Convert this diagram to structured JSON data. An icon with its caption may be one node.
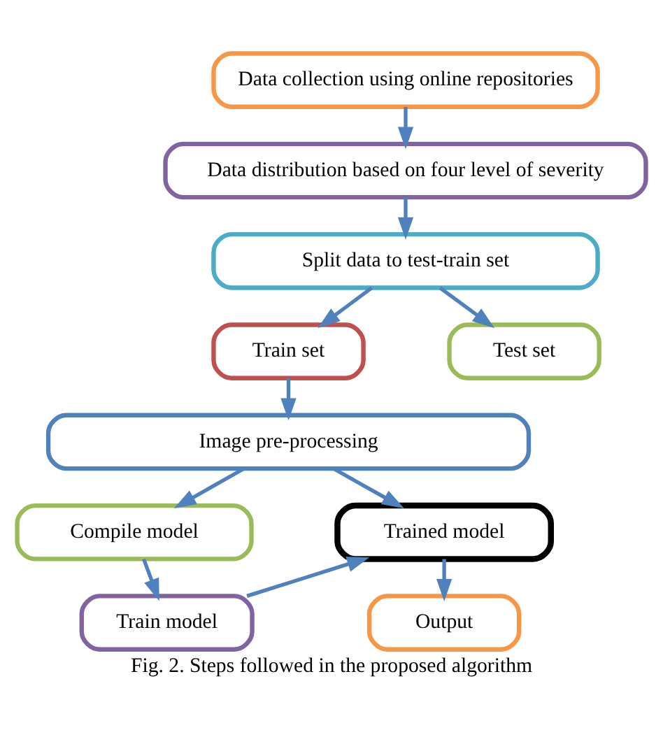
{
  "diagram": {
    "caption": "Fig. 2. Steps followed in the proposed algorithm",
    "nodes": [
      {
        "text": [
          "Data collection using online repositories"
        ]
      },
      {
        "text": [
          "Data distribution based on four level of severity"
        ]
      },
      {
        "text": [
          "Split data to test-train set"
        ]
      },
      {
        "text": [
          "Train set"
        ]
      },
      {
        "text": [
          "Test set"
        ]
      },
      {
        "text": [
          "Image pre-processing"
        ]
      },
      {
        "text": [
          "Compile model"
        ]
      },
      {
        "text": [
          "Trained model"
        ]
      },
      {
        "text": [
          "Train model"
        ]
      },
      {
        "text": [
          "Output"
        ]
      }
    ],
    "edges": [
      {
        "from": 0,
        "to": 1,
        "arrow": "to"
      },
      {
        "from": 1,
        "to": 2,
        "arrow": "to"
      },
      {
        "from": 2,
        "to": 3,
        "arrow": "to"
      },
      {
        "from": 2,
        "to": 4,
        "arrow": "to"
      },
      {
        "from": 3,
        "to": 5,
        "arrow": "to"
      },
      {
        "from": 5,
        "to": 6,
        "arrow": "to"
      },
      {
        "from": 5,
        "to": 7,
        "arrow": "to"
      },
      {
        "from": 6,
        "to": 8,
        "arrow": "to"
      },
      {
        "from": 8,
        "to": 7,
        "arrow": "to"
      },
      {
        "from": 7,
        "to": 9,
        "arrow": "to"
      }
    ]
  }
}
